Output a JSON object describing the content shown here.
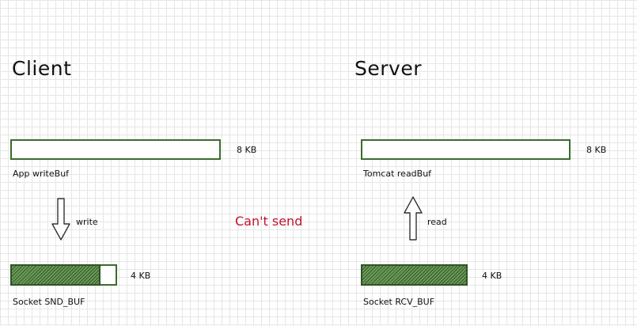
{
  "client": {
    "title": "Client",
    "app_buffer": {
      "label": "App writeBuf",
      "size": "8 KB"
    },
    "transfer": {
      "label": "write",
      "direction": "down"
    },
    "socket_buffer": {
      "label": "Socket SND_BUF",
      "size": "4 KB",
      "fill_fraction": 0.85
    }
  },
  "server": {
    "title": "Server",
    "app_buffer": {
      "label": "Tomcat readBuf",
      "size": "8 KB"
    },
    "transfer": {
      "label": "read",
      "direction": "up"
    },
    "socket_buffer": {
      "label": "Socket RCV_BUF",
      "size": "4 KB",
      "fill_fraction": 1.0
    }
  },
  "status": {
    "text": "Can't send"
  },
  "colors": {
    "buffer_border": "#3b6b2c",
    "buffer_fill": "#4f7f3f",
    "status_text": "#c0142c",
    "grid": "#e6e6e6"
  }
}
